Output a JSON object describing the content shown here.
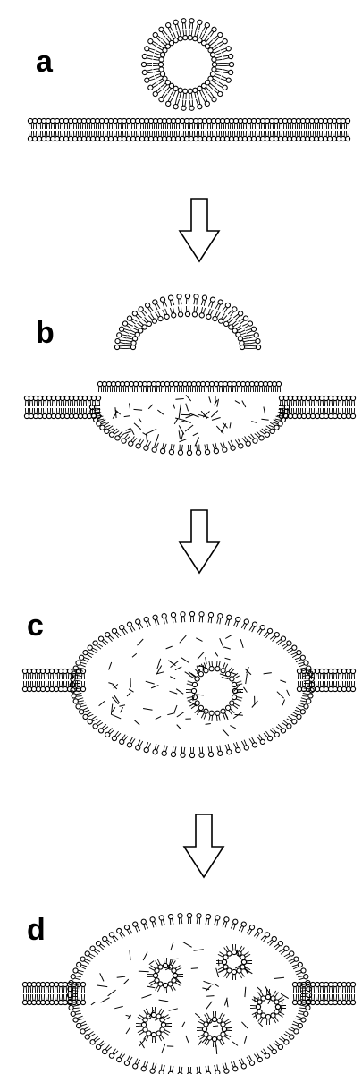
{
  "panels": [
    {
      "label": "a"
    },
    {
      "label": "b"
    },
    {
      "label": "c"
    },
    {
      "label": "d"
    }
  ],
  "colors": {
    "ink": "#000000",
    "background": "#ffffff"
  }
}
